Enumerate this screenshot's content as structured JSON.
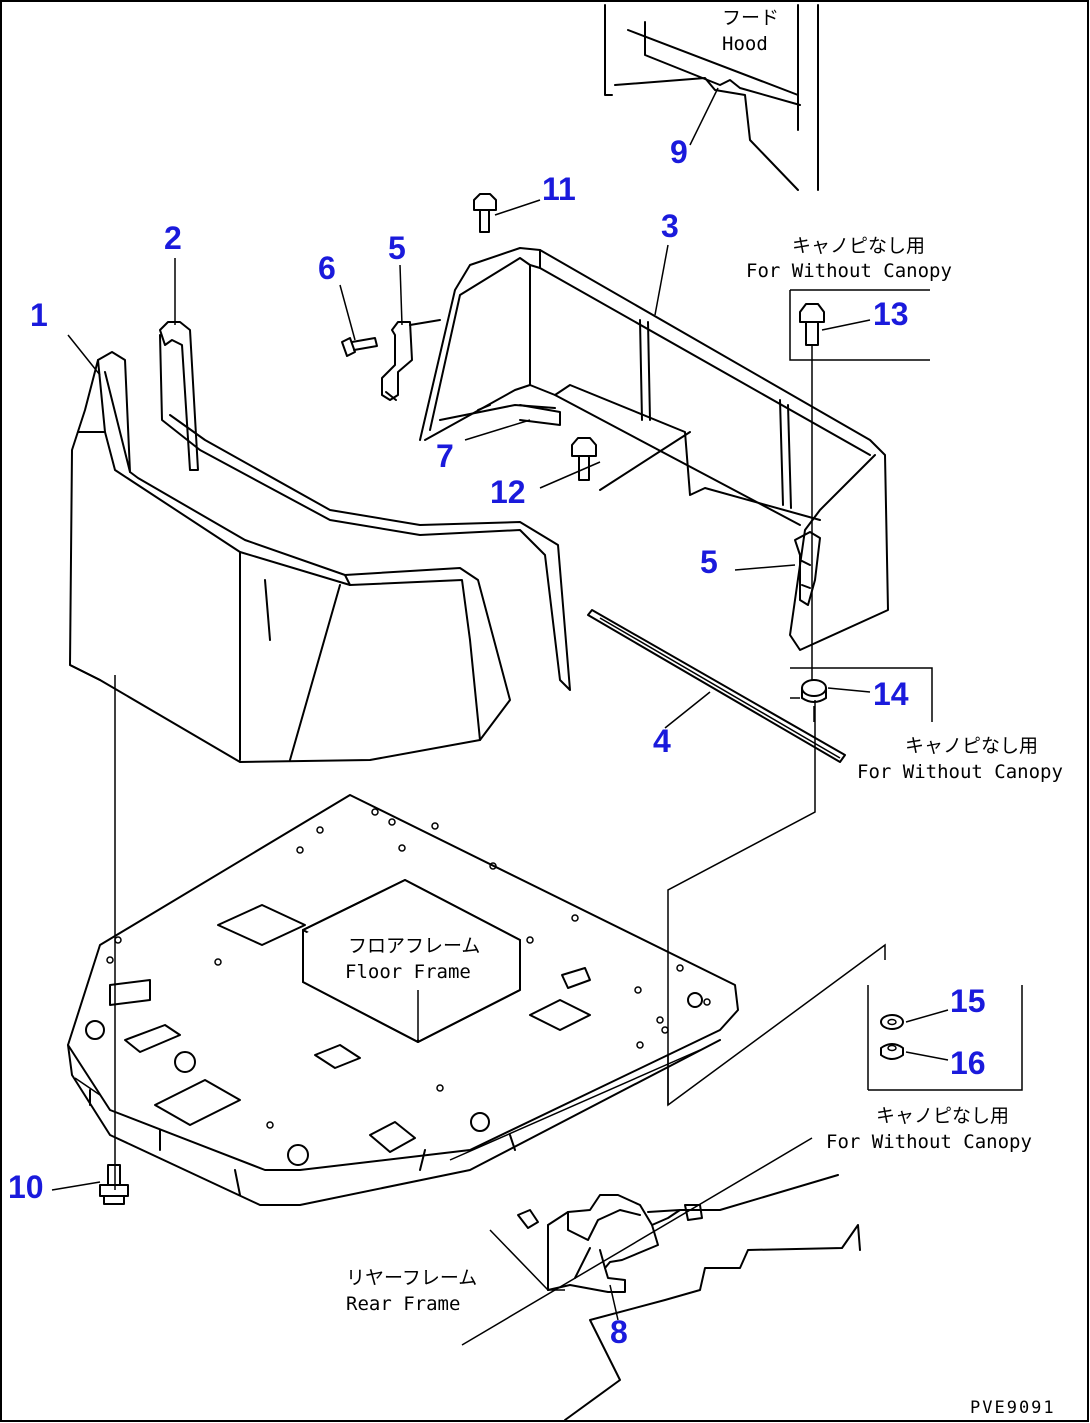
{
  "drawing_code": "PVE9091",
  "callouts": [
    "1",
    "2",
    "3",
    "4",
    "5",
    "5",
    "6",
    "7",
    "8",
    "9",
    "10",
    "11",
    "12",
    "13",
    "14",
    "15",
    "16"
  ],
  "notes": {
    "hood_jp": "フード",
    "hood_en": "Hood",
    "floor_frame_jp": "フロアフレーム",
    "floor_frame_en": "Floor Frame",
    "rear_frame_jp": "リヤーフレーム",
    "rear_frame_en": "Rear Frame",
    "without_canopy_jp_1": "キャノピなし用",
    "without_canopy_en_1": "For Without Canopy",
    "without_canopy_jp_2": "キャノピなし用",
    "without_canopy_en_2": "For Without Canopy",
    "without_canopy_jp_3": "キャノピなし用",
    "without_canopy_en_3": "For Without Canopy"
  }
}
